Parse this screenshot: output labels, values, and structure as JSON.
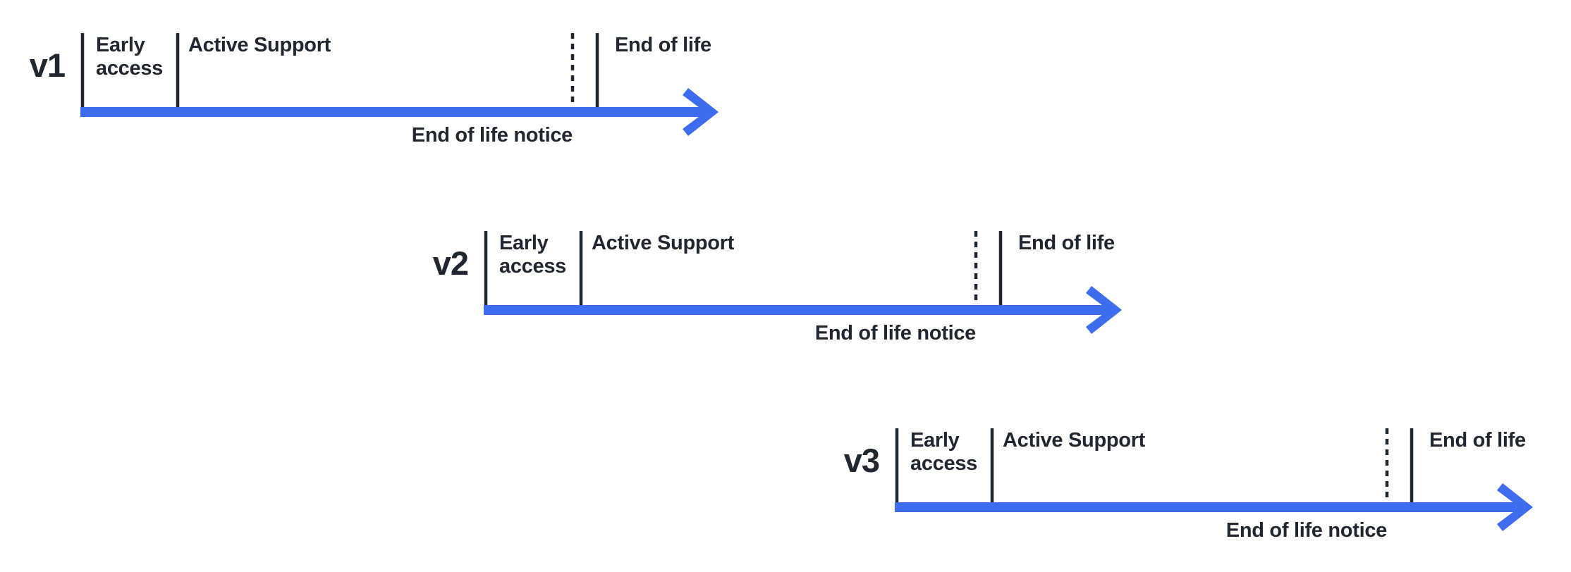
{
  "page": {
    "background": "#ffffff",
    "description": "Version lifecycle timelines"
  },
  "colors": {
    "arrow_blue": "#3e6cee",
    "line_dark": "#212731"
  },
  "timelines": [
    {
      "version": "v1",
      "phases": {
        "early_access": "Early access",
        "active_support": "Active Support",
        "end_of_life": "End of life",
        "eol_notice": "End of life notice"
      }
    },
    {
      "version": "v2",
      "phases": {
        "early_access": "Early access",
        "active_support": "Active Support",
        "end_of_life": "End of life",
        "eol_notice": "End of life notice"
      }
    },
    {
      "version": "v3",
      "phases": {
        "early_access": "Early access",
        "active_support": "Active Support",
        "end_of_life": "End of life",
        "eol_notice": "End of life notice"
      }
    }
  ]
}
